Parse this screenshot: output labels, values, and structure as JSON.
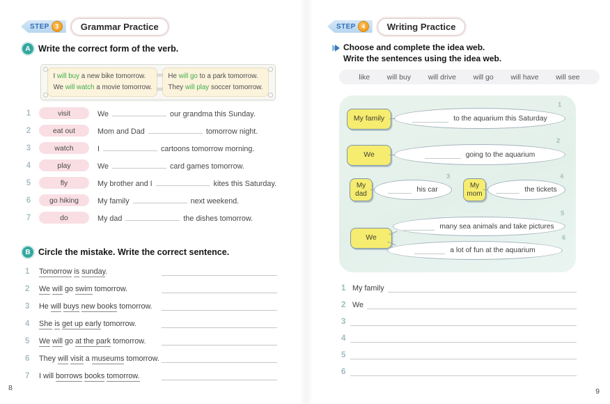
{
  "colors": {
    "verb_green": "#3FAE49",
    "step_text_blue": "#2F6FB5",
    "coin_orange": "#EF9413",
    "pill_pink": "#F9DEE4",
    "badge_teal": "#33A79F",
    "panel_mint": "#E3F0EA",
    "subject_yellow": "#F6EC6F",
    "number_gray": "#A9C0C5"
  },
  "left_page": {
    "page_number": "8",
    "step_badge": {
      "label": "STEP",
      "number": "3"
    },
    "title": "Grammar Practice",
    "section_a": {
      "badge": "A",
      "heading": "Write the correct form of the verb.",
      "example_panels": [
        {
          "lines": [
            {
              "pre": "I ",
              "verb": "will buy",
              "post": " a new bike tomorrow."
            },
            {
              "pre": "We ",
              "verb": "will watch",
              "post": " a movie tomorrow."
            }
          ]
        },
        {
          "lines": [
            {
              "pre": "He ",
              "verb": "will go",
              "post": " to a park tomorrow."
            },
            {
              "pre": "They ",
              "verb": "will play",
              "post": " soccer tomorrow."
            }
          ]
        }
      ],
      "items": [
        {
          "num": "1",
          "word": "visit",
          "pre": "We",
          "post": "our grandma this Sunday."
        },
        {
          "num": "2",
          "word": "eat out",
          "pre": "Mom and Dad",
          "post": "tomorrow night."
        },
        {
          "num": "3",
          "word": "watch",
          "pre": "I",
          "post": "cartoons tomorrow morning."
        },
        {
          "num": "4",
          "word": "play",
          "pre": "We",
          "post": "card games tomorrow."
        },
        {
          "num": "5",
          "word": "fly",
          "pre": "My brother and I",
          "post": "kites this Saturday."
        },
        {
          "num": "6",
          "word": "go hiking",
          "pre": "My family",
          "post": "next weekend."
        },
        {
          "num": "7",
          "word": "do",
          "pre": "My dad",
          "post": "the dishes tomorrow."
        }
      ]
    },
    "section_b": {
      "badge": "B",
      "heading": "Circle the mistake. Write the correct sentence.",
      "items": [
        {
          "num": "1",
          "segments": [
            {
              "t": "Tomorrow",
              "u": true
            },
            {
              "t": " ",
              "u": false
            },
            {
              "t": "is",
              "u": true
            },
            {
              "t": " ",
              "u": false
            },
            {
              "t": "sunday",
              "u": true
            },
            {
              "t": ".",
              "u": false
            }
          ]
        },
        {
          "num": "2",
          "segments": [
            {
              "t": "We",
              "u": true
            },
            {
              "t": " ",
              "u": false
            },
            {
              "t": "will",
              "u": true
            },
            {
              "t": " go ",
              "u": false
            },
            {
              "t": "swim",
              "u": true
            },
            {
              "t": " tomorrow.",
              "u": false
            }
          ]
        },
        {
          "num": "3",
          "segments": [
            {
              "t": "He ",
              "u": false
            },
            {
              "t": "will",
              "u": true
            },
            {
              "t": " ",
              "u": false
            },
            {
              "t": "buys",
              "u": true
            },
            {
              "t": " ",
              "u": false
            },
            {
              "t": "new books",
              "u": true
            },
            {
              "t": " tomorrow.",
              "u": false
            }
          ]
        },
        {
          "num": "4",
          "segments": [
            {
              "t": "She",
              "u": true
            },
            {
              "t": " ",
              "u": false
            },
            {
              "t": "is",
              "u": true
            },
            {
              "t": " ",
              "u": false
            },
            {
              "t": "get up early",
              "u": true
            },
            {
              "t": " tomorrow.",
              "u": false
            }
          ]
        },
        {
          "num": "5",
          "segments": [
            {
              "t": "We",
              "u": true
            },
            {
              "t": " ",
              "u": false
            },
            {
              "t": "will",
              "u": true
            },
            {
              "t": " go ",
              "u": false
            },
            {
              "t": "at the park",
              "u": true
            },
            {
              "t": " tomorrow.",
              "u": false
            }
          ]
        },
        {
          "num": "6",
          "segments": [
            {
              "t": "They ",
              "u": false
            },
            {
              "t": "will",
              "u": true
            },
            {
              "t": " ",
              "u": false
            },
            {
              "t": "visit",
              "u": true
            },
            {
              "t": " a ",
              "u": false
            },
            {
              "t": "museums",
              "u": true
            },
            {
              "t": " tomorrow.",
              "u": false
            }
          ]
        },
        {
          "num": "7",
          "segments": [
            {
              "t": "I will ",
              "u": false
            },
            {
              "t": "borrows",
              "u": true
            },
            {
              "t": " ",
              "u": false
            },
            {
              "t": "books",
              "u": true
            },
            {
              "t": " ",
              "u": false
            },
            {
              "t": "tomorrow.",
              "u": true
            }
          ]
        }
      ]
    }
  },
  "right_page": {
    "page_number": "9",
    "step_badge": {
      "label": "STEP",
      "number": "4"
    },
    "title": "Writing Practice",
    "instruction_lines": [
      "Choose and complete the idea web.",
      "Write the sentences using the idea web."
    ],
    "word_bank": [
      "like",
      "will buy",
      "will drive",
      "will go",
      "will have",
      "will see"
    ],
    "idea_web": {
      "row1": {
        "subject": "My family",
        "bubble": {
          "num": "1",
          "text": "to the aquarium this Saturday"
        }
      },
      "row2": {
        "subject": "We",
        "bubble": {
          "num": "2",
          "text": "going to the aquarium"
        }
      },
      "row3a": {
        "subject": "My dad",
        "bubble": {
          "num": "3",
          "text": "his car"
        }
      },
      "row3b": {
        "subject": "My mom",
        "bubble": {
          "num": "4",
          "text": "the tickets"
        }
      },
      "row4": {
        "subject": "We",
        "bubbles": [
          {
            "num": "5",
            "text": "many sea animals and take pictures"
          },
          {
            "num": "6",
            "text": "a lot of fun at the aquarium"
          }
        ]
      }
    },
    "write_lines": [
      {
        "num": "1",
        "prefix": "My family"
      },
      {
        "num": "2",
        "prefix": "We"
      },
      {
        "num": "3",
        "prefix": ""
      },
      {
        "num": "4",
        "prefix": ""
      },
      {
        "num": "5",
        "prefix": ""
      },
      {
        "num": "6",
        "prefix": ""
      }
    ]
  }
}
